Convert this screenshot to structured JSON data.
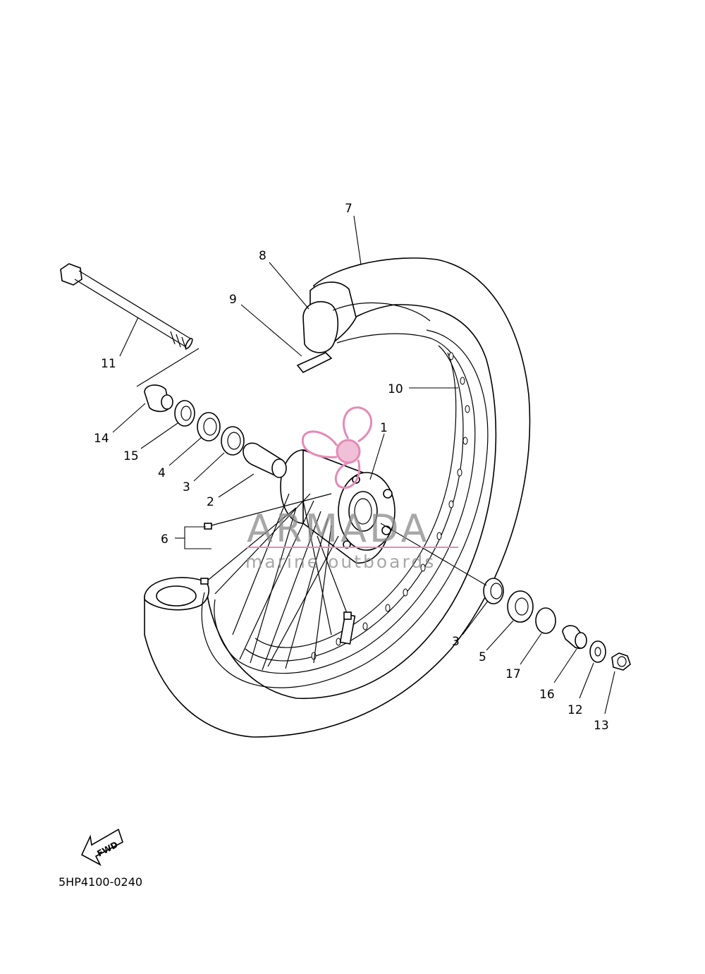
{
  "diagram": {
    "code": "5HP4100-0240",
    "fwd_label": "FWD",
    "callouts": {
      "c1": "1",
      "c2": "2",
      "c3a": "3",
      "c3b": "3",
      "c4": "4",
      "c5": "5",
      "c6": "6",
      "c7": "7",
      "c8": "8",
      "c9": "9",
      "c10": "10",
      "c11": "11",
      "c12": "12",
      "c13": "13",
      "c14": "14",
      "c15": "15",
      "c16": "16",
      "c17": "17"
    }
  },
  "watermark": {
    "brand": "ARMADA",
    "tagline": "marine outboards",
    "logo_icon": "propeller-logo-icon",
    "accent_color": "#e48ab8"
  },
  "colors": {
    "line": "#000000",
    "background": "#ffffff"
  }
}
